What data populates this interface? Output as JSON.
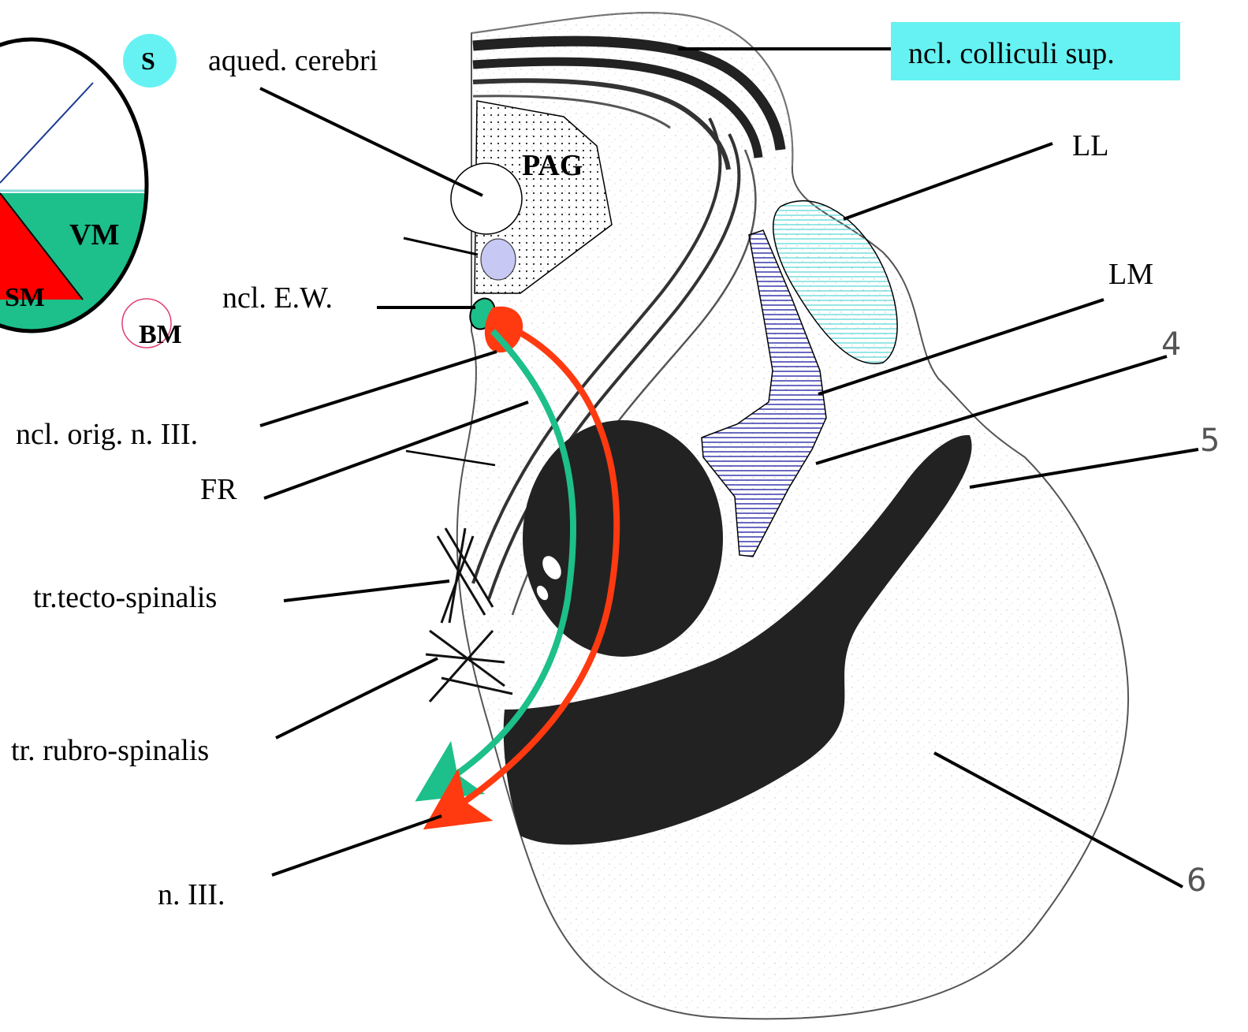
{
  "labels": {
    "aqueduct": "aqued. cerebri",
    "colliculi": "ncl. colliculi sup.",
    "ll": "LL",
    "lm": "LM",
    "ew": "ncl. E.W.",
    "orig": "ncl. orig. n. III.",
    "fr": "FR",
    "tecto": "tr.tecto-spinalis",
    "rubro": "tr. rubro-spinalis",
    "n3": "n. III.",
    "pag": "PAG",
    "num4": "4",
    "num5": "5",
    "num6": "6"
  },
  "legend": {
    "s": "S",
    "vm": "VM",
    "sm": "SM",
    "bm": "BM"
  },
  "colors": {
    "somatic_sensory": "#66f2f2",
    "visceral_motor": "#1dbf8a",
    "somatic_motor": "#ff0000",
    "pathway_red": "#ff3a10",
    "pathway_green": "#1dbf8a",
    "highlight_cyan": "#66f2f2",
    "dark_structure": "#222222",
    "lm_hatch": "#1a1aa0",
    "ll_hatch": "#5fd8d8",
    "bm_ring": "#e04070",
    "aqueduct_fill": "#c8c8f5"
  }
}
